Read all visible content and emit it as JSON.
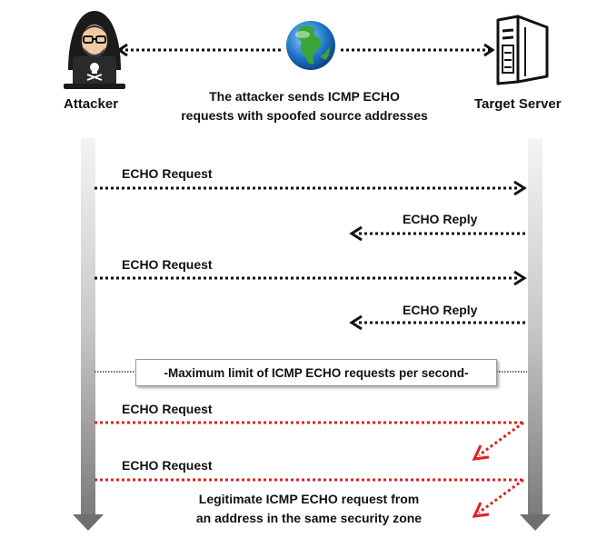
{
  "actors": {
    "attacker": {
      "label": "Attacker",
      "icon": "hacker-icon"
    },
    "target": {
      "label": "Target Server",
      "icon": "server-icon"
    },
    "network": {
      "icon": "globe-icon"
    }
  },
  "description": {
    "line1": "The attacker sends ICMP ECHO",
    "line2": "requests with spoofed source addresses"
  },
  "messages": [
    {
      "label": "ECHO Request",
      "direction": "to-target",
      "color": "#111111"
    },
    {
      "label": "ECHO Reply",
      "direction": "to-attacker",
      "color": "#111111"
    },
    {
      "label": "ECHO Request",
      "direction": "to-target",
      "color": "#111111"
    },
    {
      "label": "ECHO Reply",
      "direction": "to-attacker",
      "color": "#111111"
    },
    {
      "label": "ECHO Request",
      "direction": "blocked",
      "color": "#e02020"
    },
    {
      "label": "ECHO Request",
      "direction": "blocked",
      "color": "#e02020"
    }
  ],
  "limit_note": "-Maximum limit of ICMP ECHO requests per second-",
  "legit_note": {
    "line1": "Legitimate ICMP ECHO request from",
    "line2": "an address in the same security zone"
  }
}
